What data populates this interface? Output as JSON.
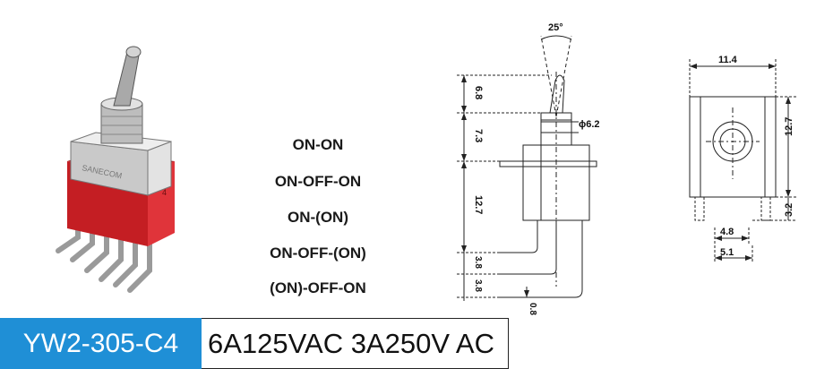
{
  "modes": [
    "ON-ON",
    "ON-OFF-ON",
    "ON-(ON)",
    "ON-OFF-(ON)",
    "(ON)-OFF-ON"
  ],
  "model": "YW2-305-C4",
  "rating": "6A125VAC 3A250V AC",
  "side_view": {
    "angle": "25°",
    "diameter": "ϕ6.2",
    "height_handle": "6.8",
    "height_bushing": "7.3",
    "height_body": "12.7",
    "pin_pitch_1": "3.8",
    "pin_pitch_2": "3.8",
    "pin_thickness": "0.8"
  },
  "end_view": {
    "width": "11.4",
    "height": "12.7",
    "pin_length": "3.2",
    "pin_span_inner": "4.8",
    "pin_span_outer": "5.1"
  },
  "colors": {
    "body_red": "#d8242a",
    "label_blue": "#1f8fd6"
  }
}
